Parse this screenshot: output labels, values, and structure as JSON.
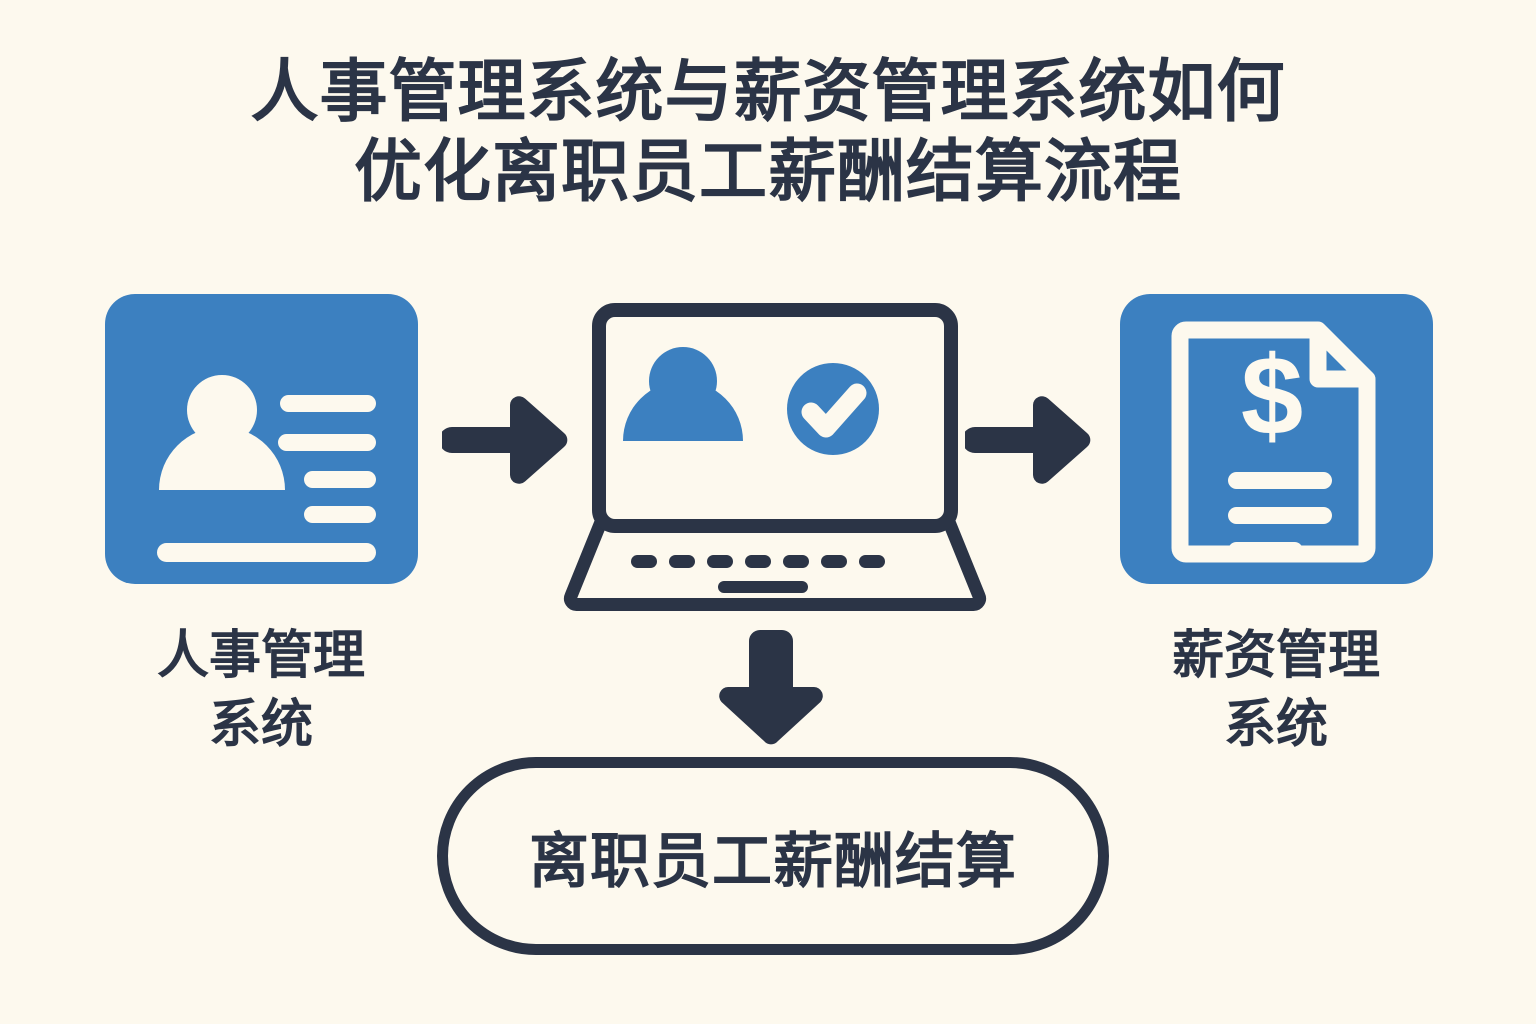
{
  "background_color": "#FDF9EE",
  "accent_blue": "#3C80C0",
  "dark_navy": "#2B3446",
  "title": {
    "line1": "人事管理系统与薪资管理系统如何",
    "line2": "优化离职员工薪酬结算流程"
  },
  "nodes": {
    "hr": {
      "icon": "id-card-icon",
      "caption_line1": "人事管理",
      "caption_line2": "系统"
    },
    "center": {
      "icon": "laptop-verified-employee-icon"
    },
    "payroll": {
      "icon": "payslip-document-dollar-icon",
      "caption_line1": "薪资管理",
      "caption_line2": "系统"
    }
  },
  "arrows": {
    "left_to_center": "arrow-right-icon",
    "center_to_right": "arrow-right-icon",
    "center_to_bottom": "arrow-down-icon"
  },
  "outcome": {
    "label": "离职员工薪酬结算"
  }
}
